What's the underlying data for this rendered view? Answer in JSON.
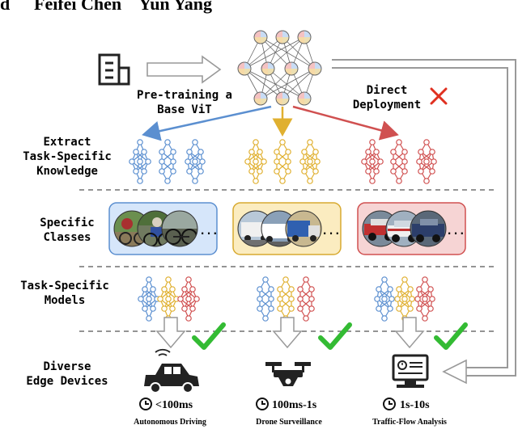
{
  "header": {
    "authors_fragment": "Feifei Chen    Yun Yang",
    "left_fragment": "d"
  },
  "colors": {
    "blue": "#5b8fd0",
    "yellow": "#e0b030",
    "red": "#d05050",
    "blue_fill": "#d6e6fa",
    "yellow_fill": "#fbecc0",
    "red_fill": "#f6d4d4",
    "check": "#33bb33",
    "cross": "#e03020",
    "arrow_gray": "#999999"
  },
  "labels": {
    "pretrain": [
      "Pre-training a",
      "Base ViT"
    ],
    "direct": [
      "Direct",
      "Deployment"
    ],
    "extract": [
      "Extract",
      "Task-Specific",
      "Knowledge"
    ],
    "classes": [
      "Specific",
      "Classes"
    ],
    "models": [
      "Task-Specific",
      "Models"
    ],
    "devices": [
      "Diverse",
      "Edge Devices"
    ]
  },
  "ellipsis": "...",
  "devices": [
    {
      "name": "Autonomous Driving",
      "latency": "<100ms",
      "icon": "car-icon"
    },
    {
      "name": "Drone Surveillance",
      "latency": "100ms-1s",
      "icon": "drone-icon"
    },
    {
      "name": "Traffic-Flow Analysis",
      "latency": "1s-10s",
      "icon": "monitor-icon"
    }
  ]
}
